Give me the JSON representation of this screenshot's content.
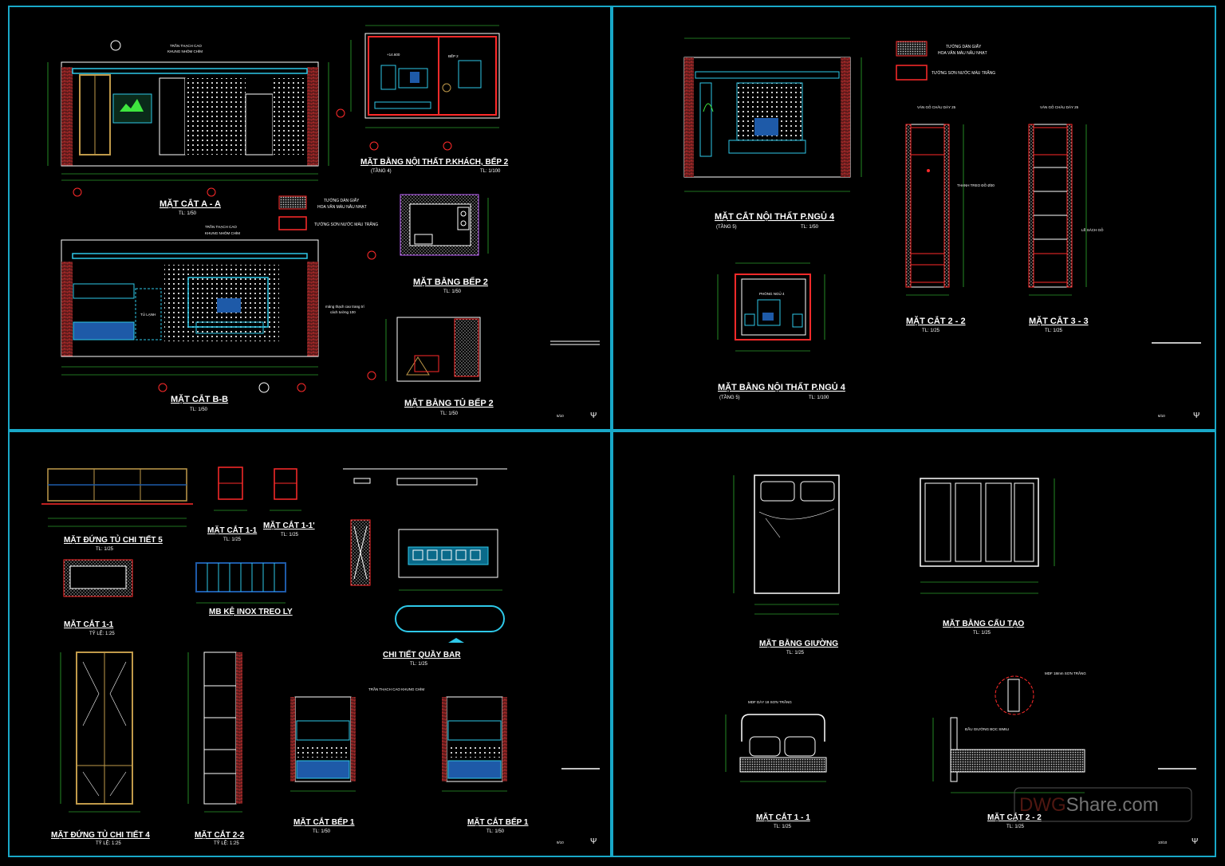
{
  "colors": {
    "background": "#000000",
    "frame": "#19a8c8",
    "dimension": "#3ee63e",
    "wall": "#ff2a2a",
    "outline": "#ffffff",
    "furniture": "#2ec8e8",
    "cabinet": "#c09a4a",
    "hatch": "#bfbfbf",
    "blue_fill": "#1e5aa8"
  },
  "panel_top_left": {
    "section_aa": {
      "title": "MẶT CẮT A - A",
      "scale": "TL: 1/50",
      "ceiling_note_1": "TRẦN THẠCH CAO",
      "ceiling_note_2": "KHUNG NHÔM CHÌM"
    },
    "plan_living_kitchen": {
      "title": "MẶT BẰNG NỘI THẤT P.KHÁCH, BẾP 2",
      "floor": "(TẦNG 4)",
      "scale": "TL: 1/100",
      "level": "+14.600",
      "room_label": "BẾP 2"
    },
    "legend": {
      "item1_line1": "TƯỜNG DÁN GIẤY",
      "item1_line2": "HOA VĂN MÀU NÂU NHẠT",
      "item2": "TƯỜNG SƠN NƯỚC MÀU TRẮNG"
    },
    "section_bb": {
      "title": "MẶT CẮT B-B",
      "scale": "TL: 1/50",
      "ceiling_note_1": "TRẦN THẠCH CAO",
      "ceiling_note_2": "KHUNG NHÔM CHÌM",
      "fridge": "TỦ LẠNH",
      "wall_note_1": "mảng thạch cao trang trí",
      "wall_note_2": "cách tường 100"
    },
    "plan_kitchen2": {
      "title": "MẶT BẰNG BẾP 2",
      "scale": "TL: 1/50"
    },
    "plan_cabinet2": {
      "title": "MẶT BẰNG TỦ BẾP 2",
      "scale": "TL: 1/50"
    },
    "sheet_no": "5/10"
  },
  "panel_top_right": {
    "section_bedroom": {
      "title": "MẶT CẮT NỘI THẤT P.NGỦ 4",
      "floor": "(TẦNG 5)",
      "scale": "TL: 1/50"
    },
    "plan_bedroom": {
      "title": "MẶT BẰNG NỘI THẤT P.NGỦ 4",
      "floor": "(TẦNG 5)",
      "scale": "TL: 1/100",
      "room_label": "PHÒNG NGỦ 4"
    },
    "legend": {
      "item1_line1": "TƯỜNG DÁN GIẤY",
      "item1_line2": "HOA VĂN MÀU NÂU NHẠT",
      "item2": "TƯỜNG SƠN NƯỚC MÀU TRẮNG"
    },
    "section_22": {
      "title": "MẶT CẮT 2 - 2",
      "scale": "TL: 1/25",
      "note_1": "VÁN GỖ CHÂU DÀY 25",
      "note_2": "THANH TREO ĐỒ Ø30"
    },
    "section_33": {
      "title": "MẶT CẮT 3 - 3",
      "scale": "TL: 1/25",
      "note_1": "VÁN GỖ CHÂU DÀY 25",
      "note_2": "LỀ SÁCH GỖ"
    },
    "sheet_no": "6/10"
  },
  "panel_bottom_left": {
    "cabinet_elev5": {
      "title": "MẶT ĐỨNG TỦ CHI TIẾT 5",
      "scale": "TL: 1/25"
    },
    "sec_11a": {
      "title": "MẶT CẮT 1-1",
      "scale": "TL: 1/25"
    },
    "sec_11b": {
      "title": "MẶT CẮT 1-1'",
      "scale": "TL: 1/25"
    },
    "sec_11c": {
      "title": "MẶT CẮT 1-1",
      "scale": "TỶ LỆ: 1:25"
    },
    "glass_rack": {
      "title": "MB KỆ INOX TREO LY"
    },
    "bar_detail": {
      "title": "CHI TIẾT QUẦY BAR",
      "scale": "TL: 1/25"
    },
    "cabinet_elev4": {
      "title": "MẶT ĐỨNG TỦ CHI TIẾT 4",
      "scale": "TỶ LỆ: 1:25"
    },
    "sec_22": {
      "title": "MẶT CẮT 2-2",
      "scale": "TỶ LỆ: 1:25"
    },
    "kitchen_sec_a": {
      "title": "MẶT CẮT BẾP 1",
      "scale": "TL: 1/50"
    },
    "kitchen_sec_b": {
      "title": "MẶT CẮT BẾP 1",
      "scale": "TL: 1/50"
    },
    "ceiling_note": "TRẦN THẠCH CAO KHUNG CHÌM",
    "sheet_no": "9/10"
  },
  "panel_bottom_right": {
    "bed_plan": {
      "title": "MẶT BẰNG GIƯỜNG",
      "scale": "TL: 1/25"
    },
    "struct_plan": {
      "title": "MẶT BẰNG CẤU TẠO",
      "scale": "TL: 1/25"
    },
    "bed_sec11": {
      "title": "MẶT CẮT 1 - 1",
      "scale": "TL: 1/25",
      "note": "MDF DÀY 18 SƠN TRẮNG"
    },
    "bed_sec22": {
      "title": "MẶT CẮT 2 - 2",
      "scale": "TL: 1/25",
      "note_1": "MDF 18mm SƠN TRẮNG",
      "note_2": "ĐẦU GIƯỜNG BỌC SIMILI"
    },
    "sheet_no": "10/10"
  },
  "watermark": {
    "part1": "DWG",
    "part2": "Share.com"
  }
}
